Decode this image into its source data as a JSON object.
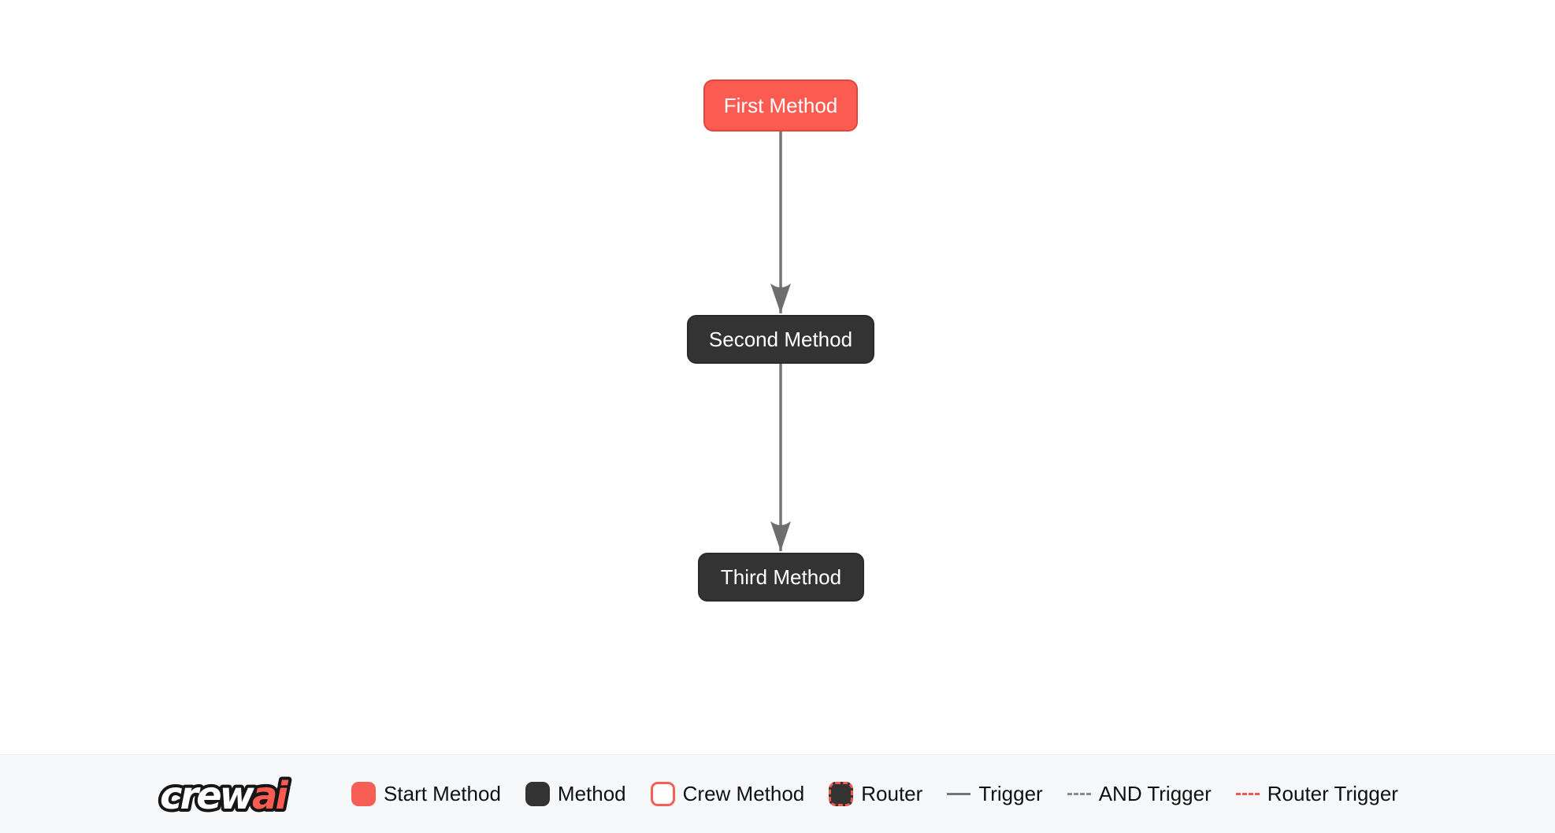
{
  "diagram": {
    "nodes": [
      {
        "id": "first_method",
        "label": "First Method",
        "type": "start-method"
      },
      {
        "id": "second_method",
        "label": "Second Method",
        "type": "method"
      },
      {
        "id": "third_method",
        "label": "Third Method",
        "type": "method"
      }
    ],
    "edges": [
      {
        "from": "first_method",
        "to": "second_method",
        "type": "trigger"
      },
      {
        "from": "second_method",
        "to": "third_method",
        "type": "trigger"
      }
    ]
  },
  "footer": {
    "logo": {
      "crew": "crew",
      "ai": "ai"
    },
    "legend": [
      {
        "label": "Start Method",
        "swatch": "start-square"
      },
      {
        "label": "Method",
        "swatch": "method-square"
      },
      {
        "label": "Crew Method",
        "swatch": "crew-square"
      },
      {
        "label": "Router",
        "swatch": "router-square"
      },
      {
        "label": "Trigger",
        "swatch": "solid-line"
      },
      {
        "label": "AND Trigger",
        "swatch": "dashed-line"
      },
      {
        "label": "Router Trigger",
        "swatch": "router-dashed-line"
      }
    ]
  },
  "colors": {
    "background": "#FFFFFF",
    "footer_background": "#F7F8FA",
    "start_method_fill": "#FB5B51",
    "start_method_border": "#E0463B",
    "method_fill": "#333333",
    "method_border": "#2A2A2A",
    "node_text": "#FFFFFF",
    "edge": "#757575",
    "router_accent": "#F7574D",
    "legend_text": "#111111",
    "logo_crew": "#FFFFFF",
    "logo_ai": "#FB5B51",
    "logo_outline": "#161616"
  }
}
